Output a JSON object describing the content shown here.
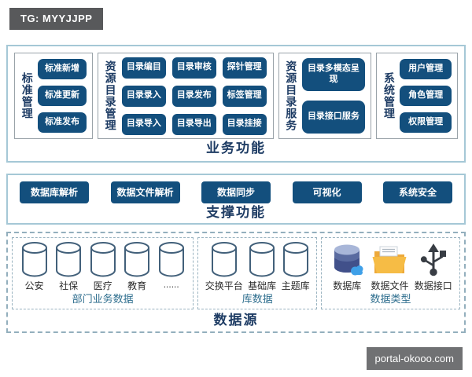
{
  "badge": {
    "text": "TG: MYYJJPP"
  },
  "watermark": {
    "text": "portal-okooo.com"
  },
  "colors": {
    "button_bg": "#134f7d",
    "title_text": "#1e3c64",
    "group_label_text": "#2e6e8e",
    "solid_border": "#a5c8d6",
    "dashed_border": "#93afbd",
    "badge_bg": "#58595b",
    "watermark_bg": "#707173"
  },
  "business": {
    "label": "业务功能",
    "groups": [
      {
        "title": "标准管理",
        "buttons": [
          "标准新增",
          "标准更新",
          "标准发布"
        ]
      },
      {
        "title": "资源目录管理",
        "buttons": [
          "目录编目",
          "目录审核",
          "探针管理",
          "目录录入",
          "目录发布",
          "标签管理",
          "目录导入",
          "目录导出",
          "目录挂接"
        ]
      },
      {
        "title": "资源目录服务",
        "buttons": [
          "目录多模态呈现",
          "目录接口服务"
        ]
      },
      {
        "title": "系统管理",
        "buttons": [
          "用户管理",
          "角色管理",
          "权限管理"
        ]
      }
    ]
  },
  "support": {
    "label": "支撑功能",
    "buttons": [
      "数据库解析",
      "数据文件解析",
      "数据同步",
      "可视化",
      "系统安全"
    ]
  },
  "datasource": {
    "label": "数据源",
    "groups": [
      {
        "label": "部门业务数据",
        "icon": "database-cylinder-icon",
        "items": [
          "公安",
          "社保",
          "医疗",
          "教育",
          "......"
        ]
      },
      {
        "label": "库数据",
        "icon": "database-cylinder-icon",
        "items": [
          "交换平台",
          "基础库",
          "主题库"
        ]
      },
      {
        "label": "数据类型",
        "items": [
          {
            "label": "数据库",
            "icon": "database-stack-icon"
          },
          {
            "label": "数据文件",
            "icon": "file-folder-icon"
          },
          {
            "label": "数据接口",
            "icon": "usb-interface-icon"
          }
        ]
      }
    ]
  }
}
